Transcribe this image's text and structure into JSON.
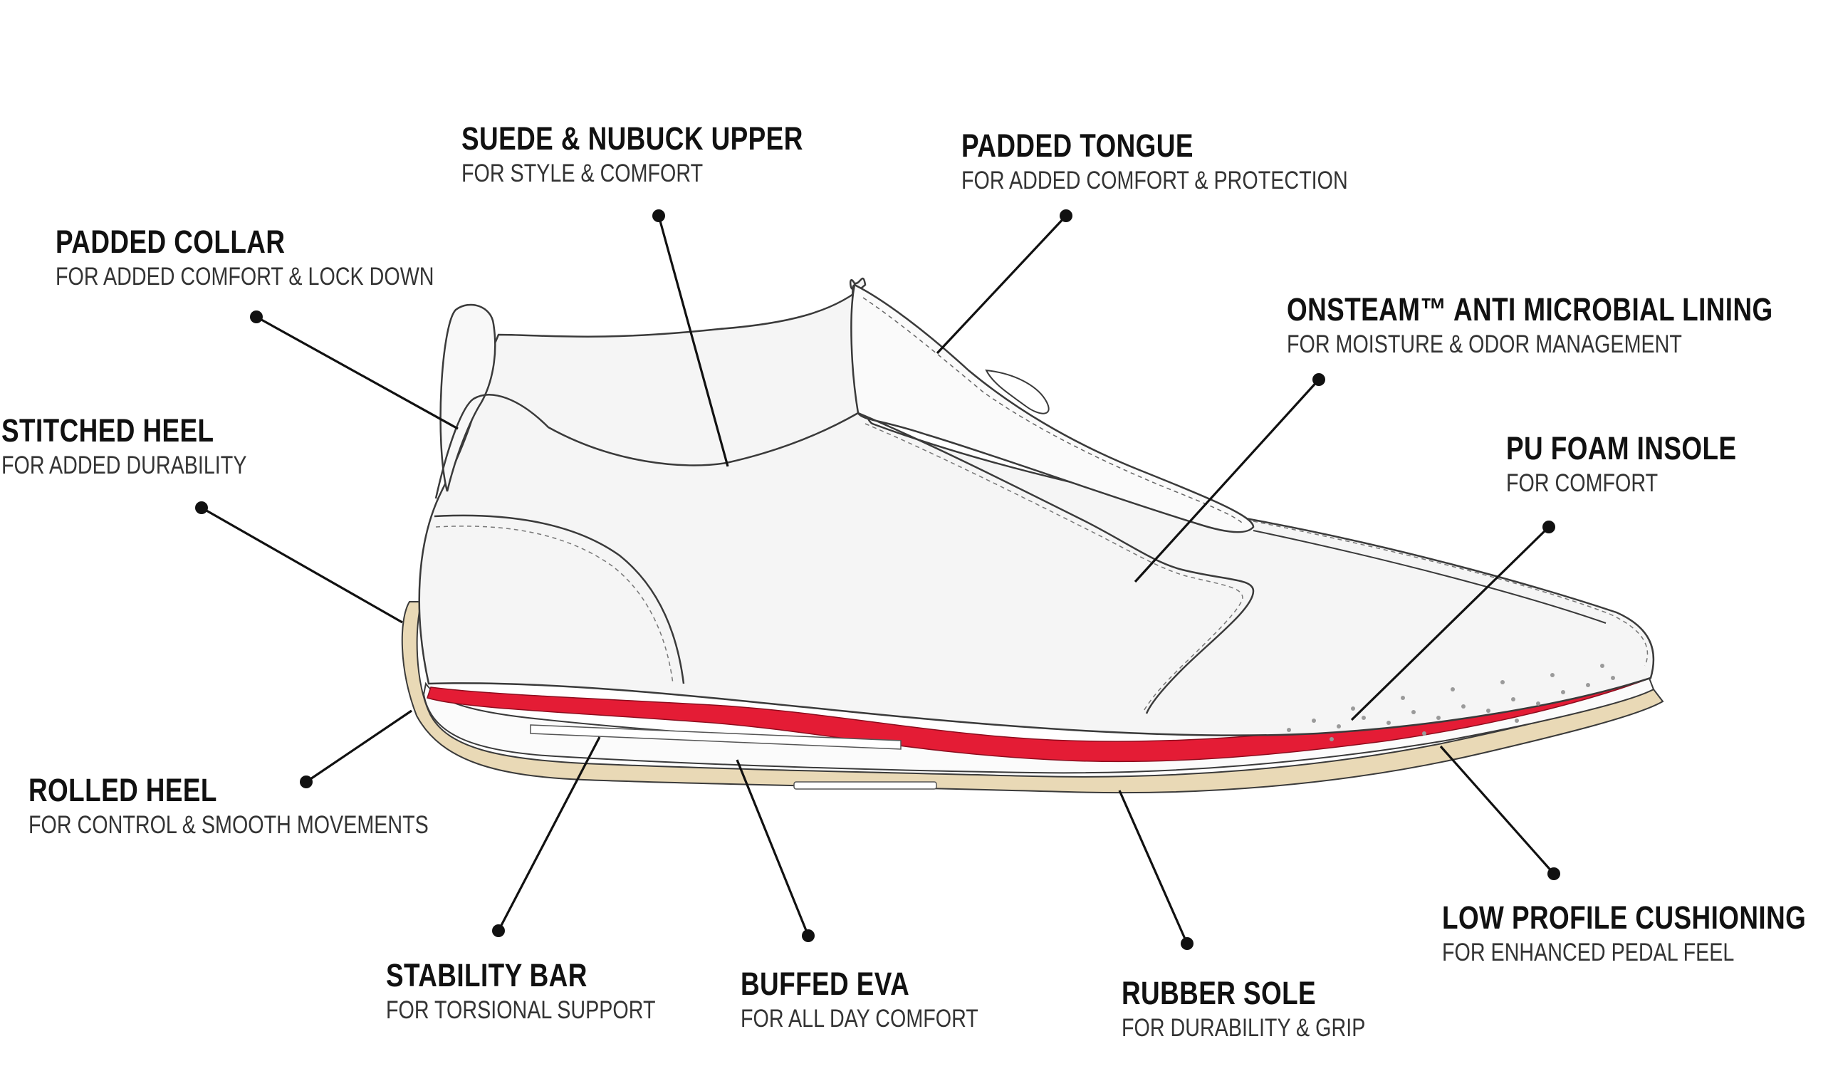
{
  "callouts": {
    "suede_upper": {
      "title": "SUEDE & NUBUCK UPPER",
      "sub": "FOR STYLE & COMFORT"
    },
    "padded_tongue": {
      "title": "PADDED TONGUE",
      "sub": "FOR ADDED COMFORT & PROTECTION"
    },
    "padded_collar": {
      "title": "PADDED COLLAR",
      "sub": "FOR ADDED COMFORT & LOCK DOWN"
    },
    "lining": {
      "title": "ONSTEAM™ ANTI MICROBIAL LINING",
      "sub": "FOR MOISTURE & ODOR MANAGEMENT"
    },
    "stitched_heel": {
      "title": "STITCHED HEEL",
      "sub": "FOR ADDED DURABILITY"
    },
    "insole": {
      "title": "PU FOAM INSOLE",
      "sub": "FOR COMFORT"
    },
    "rolled_heel": {
      "title": "ROLLED HEEL",
      "sub": "FOR CONTROL & SMOOTH MOVEMENTS"
    },
    "cushioning": {
      "title": "LOW PROFILE CUSHIONING",
      "sub": "FOR ENHANCED PEDAL FEEL"
    },
    "stability_bar": {
      "title": "STABILITY BAR",
      "sub": "FOR TORSIONAL SUPPORT"
    },
    "buffed_eva": {
      "title": "BUFFED EVA",
      "sub": "FOR ALL DAY COMFORT"
    },
    "rubber_sole": {
      "title": "RUBBER SOLE",
      "sub": "FOR DURABILITY & GRIP"
    }
  },
  "colors": {
    "outline": "#3a3a3a",
    "upper_fill": "#f5f5f5",
    "cushion_red": "#e41c35",
    "sole_tan": "#e9d9b6",
    "leader": "#111111"
  }
}
